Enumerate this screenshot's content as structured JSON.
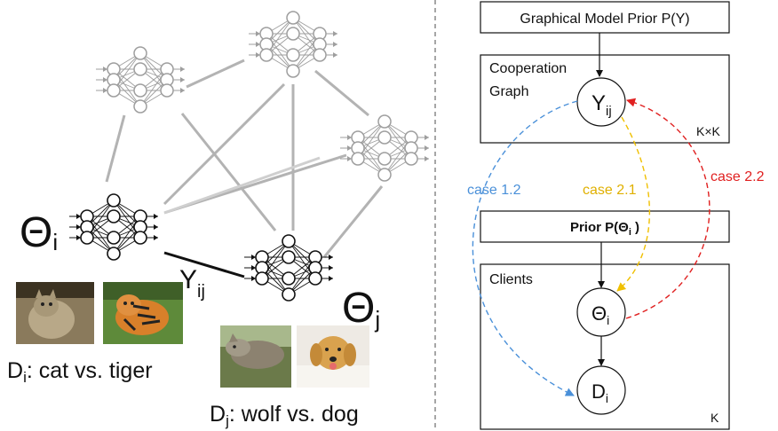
{
  "left": {
    "theta_i": {
      "main": "Θ",
      "sub": "i"
    },
    "theta_j": {
      "main": "Θ",
      "sub": "j"
    },
    "y_ij": {
      "main": "Y",
      "sub": "ij"
    },
    "dataset_i": {
      "prefix": "D",
      "sub": "i",
      "text": ":  cat vs. tiger"
    },
    "dataset_j": {
      "prefix": "D",
      "sub": "j",
      "text": ":  wolf vs. dog"
    },
    "images": [
      "cat-photo",
      "tiger-photo",
      "wolf-photo",
      "dog-photo"
    ]
  },
  "right": {
    "top_box": "Graphical Model Prior P(Y)",
    "coop_box": {
      "line1": "Cooperation",
      "line2": "Graph",
      "corner": "K×K"
    },
    "y_node": {
      "main": "Y",
      "sub": "ij"
    },
    "prior_box": {
      "prefix": "Prior P(Θ",
      "sub": "i",
      "suffix": " )"
    },
    "clients_box": {
      "title": "Clients",
      "corner": "K"
    },
    "theta_node": {
      "main": "Θ",
      "sub": "i"
    },
    "d_node": {
      "main": "D",
      "sub": "i"
    },
    "cases": [
      {
        "label": "case 1.2",
        "color": "#4a90d9"
      },
      {
        "label": "case 2.1",
        "color": "#f0c000"
      },
      {
        "label": "case 2.2",
        "color": "#e02020"
      }
    ]
  }
}
